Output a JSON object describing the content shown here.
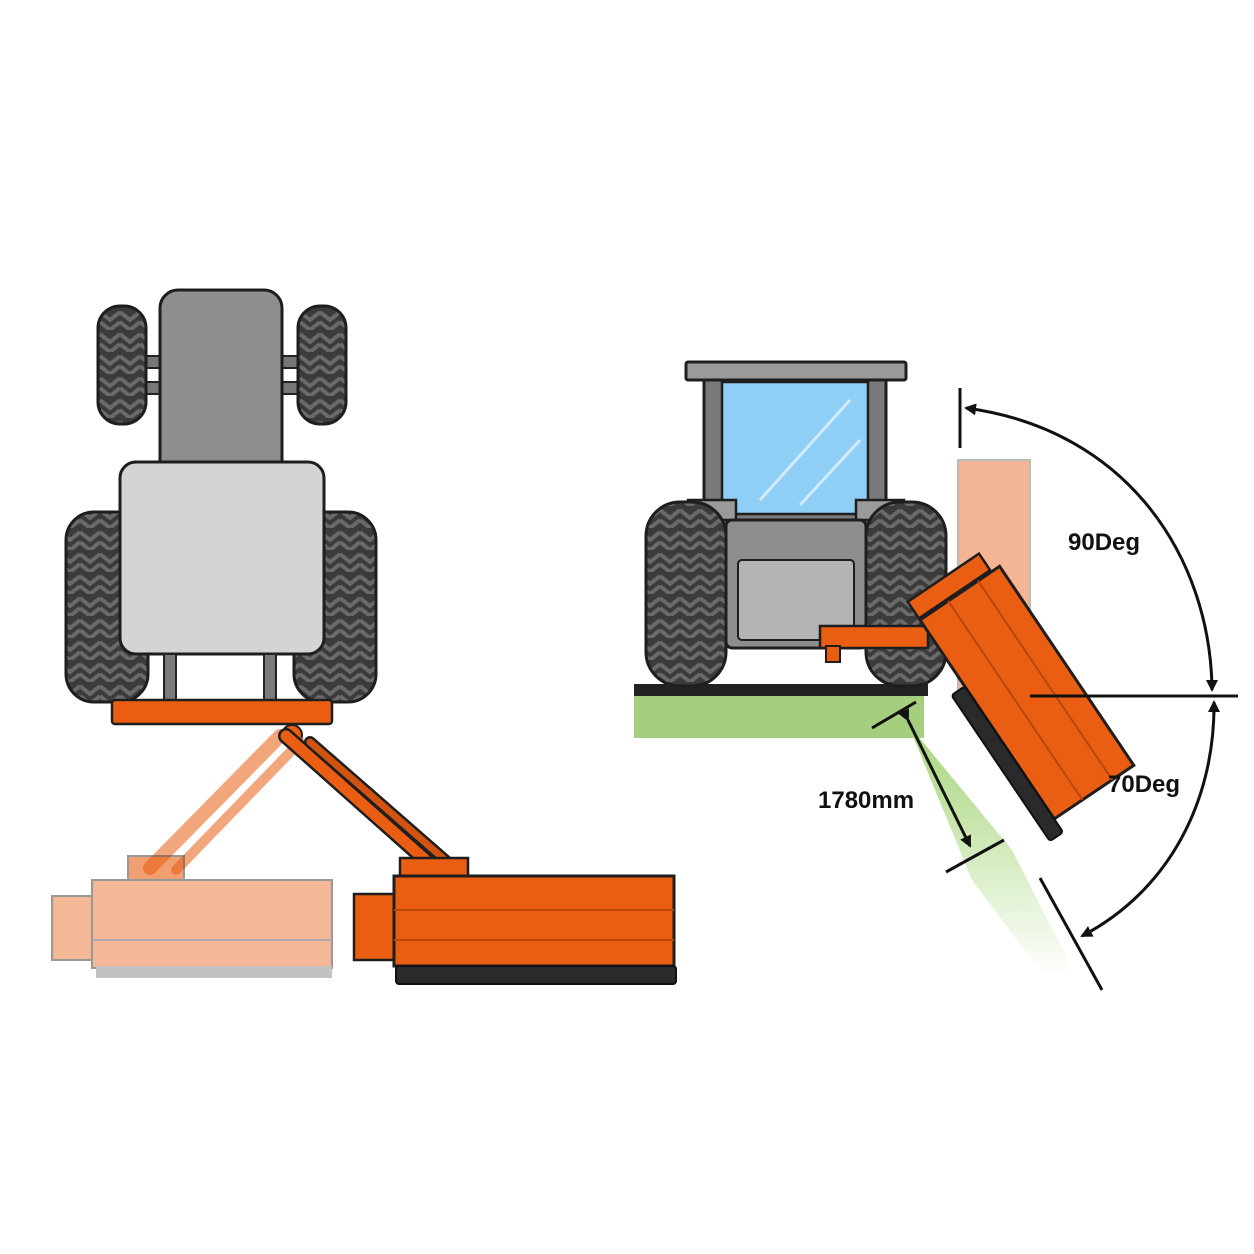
{
  "labels": {
    "angle_up": "90Deg",
    "angle_down": "70Deg",
    "reach": "1780mm"
  },
  "colors": {
    "orange": "#e95e12",
    "orange_dark": "#b9470b",
    "orange_faded": "#f3a57f",
    "body_gray": "#8e8e8e",
    "body_light": "#d4d4d4",
    "tire": "#3a3a3a",
    "glass": "#8fcff5",
    "grass": "#a5cf7e",
    "post": "#f4b596",
    "outline": "#1e1e1e"
  }
}
